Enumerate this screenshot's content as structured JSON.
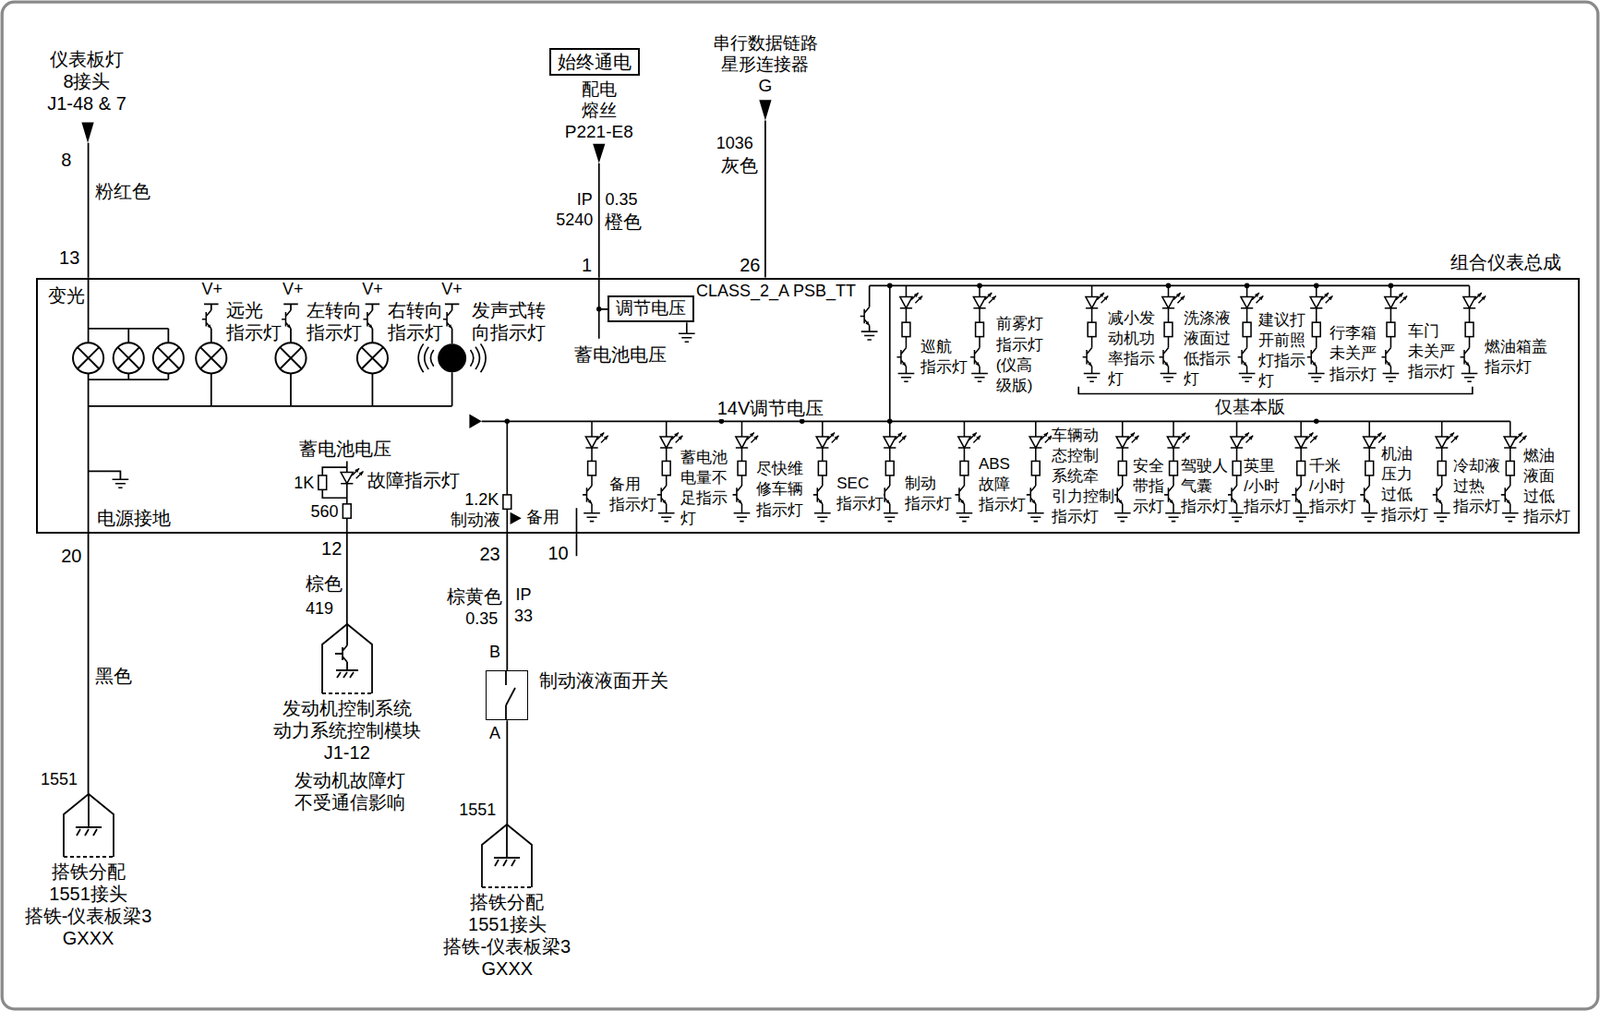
{
  "diagram": {
    "nodes": [
      {
        "text": [
          "始终通电"
        ]
      },
      {
        "text": [
          "组合仪表总成"
        ]
      },
      {
        "text": [
          "调节电压"
        ],
        "in": 1
      },
      {
        "text": [
          "发动机控制系统 动力系统控制模块 J1-12"
        ]
      },
      {
        "text": [
          "制动液液面开关"
        ]
      },
      {
        "text": [
          "搭铁分配 1551接头 搭铁-仪表板梁3 GXXX"
        ]
      },
      {
        "text": [
          "搭铁分配 1551接头 搭铁-仪表板梁3 GXXX"
        ]
      }
    ],
    "edges": [
      {
        "from": 1,
        "to": 5,
        "arrow": "none"
      },
      {
        "from": 1,
        "to": 3,
        "arrow": "none"
      },
      {
        "from": 1,
        "to": 4,
        "arrow": "none"
      },
      {
        "from": 4,
        "to": 6,
        "arrow": "none"
      }
    ],
    "labels": [
      "仪表板灯 8接头 J1-48 & 7",
      "8",
      "粉红色",
      "13",
      "配电 熔丝 P221-E8",
      "IP",
      "0.35",
      "5240",
      "橙色",
      "1",
      "串行数据链路 星形连接器 G",
      "1036",
      "灰色",
      "26",
      "变光",
      "V+",
      "V+",
      "V+",
      "V+",
      "远光 指示灯",
      "左转向 指示灯",
      "右转向 指示灯",
      "发声式转 向指示灯",
      "CLASS_2_A",
      "PSB_TT",
      "蓄电池电压",
      "14V调节电压",
      "仅基本版",
      "巡航 指示灯",
      "前雾灯 指示灯 (仪高 级版)",
      "减小发 动机功 率指示 灯",
      "洗涤液 液面过 低指示 灯",
      "建议打 开前照 灯指示 灯",
      "行李箱 未关严 指示灯",
      "车门 未关严 指示灯",
      "燃油箱盖 指示灯",
      "备用 指示灯",
      "蓄电池 电量不 足指示 灯",
      "尽快维 修车辆 指示灯",
      "SEC 指示灯",
      "制动 指示灯",
      "ABS 故障 指示灯",
      "车辆动 态控制 系统牵 引力控制 指示灯",
      "安全 带指 示灯",
      "驾驶人 气囊 指示灯",
      "英里 /小时 指示灯",
      "千米 /小时 指示灯",
      "机油 压力 过低 指示灯",
      "冷却液 过热 指示灯",
      "燃油 液面 过低 指示灯",
      "蓄电池电压",
      "1K",
      "故障指示灯",
      "560",
      "电源接地",
      "1.2K",
      "制动液",
      "备用",
      "20",
      "12",
      "23",
      "10",
      "黑色",
      "1551",
      "棕色",
      "419",
      "发动机故障灯 不受通信影响",
      "棕黄色",
      "0.35",
      "IP",
      "33",
      "B",
      "A",
      "1551"
    ]
  }
}
